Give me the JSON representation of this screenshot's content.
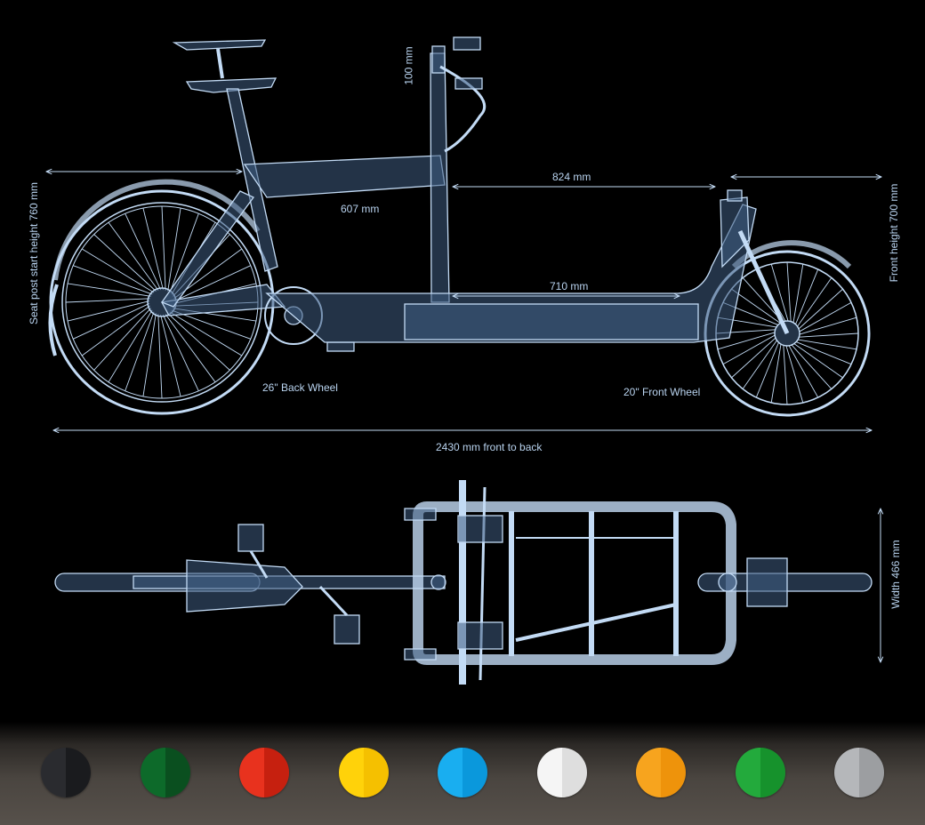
{
  "labels": {
    "stem_height": "100 mm",
    "seat_post_height": "Seat post start height 760 mm",
    "cargo_length": "824 mm",
    "frame_top": "607 mm",
    "deck_length": "710 mm",
    "front_height": "Front height 700 mm",
    "back_wheel": "26\" Back Wheel",
    "front_wheel": "20\" Front Wheel",
    "overall_length": "2430 mm front to back",
    "width": "Width  466 mm"
  },
  "colors": {
    "blueprint_line": "#c3dbf5",
    "blueprint_fill": "#3f5d82",
    "background": "#000000"
  },
  "color_options": [
    {
      "name": "black",
      "left": "#2a2b2f",
      "right": "#1a1b1e"
    },
    {
      "name": "dark-green",
      "left": "#0d6a2a",
      "right": "#0a4f1f"
    },
    {
      "name": "red",
      "left": "#e8321e",
      "right": "#c6200f"
    },
    {
      "name": "yellow",
      "left": "#ffd20a",
      "right": "#f5c000"
    },
    {
      "name": "light-blue",
      "left": "#19aef0",
      "right": "#0a98dc"
    },
    {
      "name": "white",
      "left": "#f5f5f5",
      "right": "#dedede"
    },
    {
      "name": "orange",
      "left": "#f7a41e",
      "right": "#ee930b"
    },
    {
      "name": "green",
      "left": "#23aa3c",
      "right": "#16922c"
    },
    {
      "name": "grey",
      "left": "#b5b7ba",
      "right": "#9c9ea1"
    }
  ]
}
